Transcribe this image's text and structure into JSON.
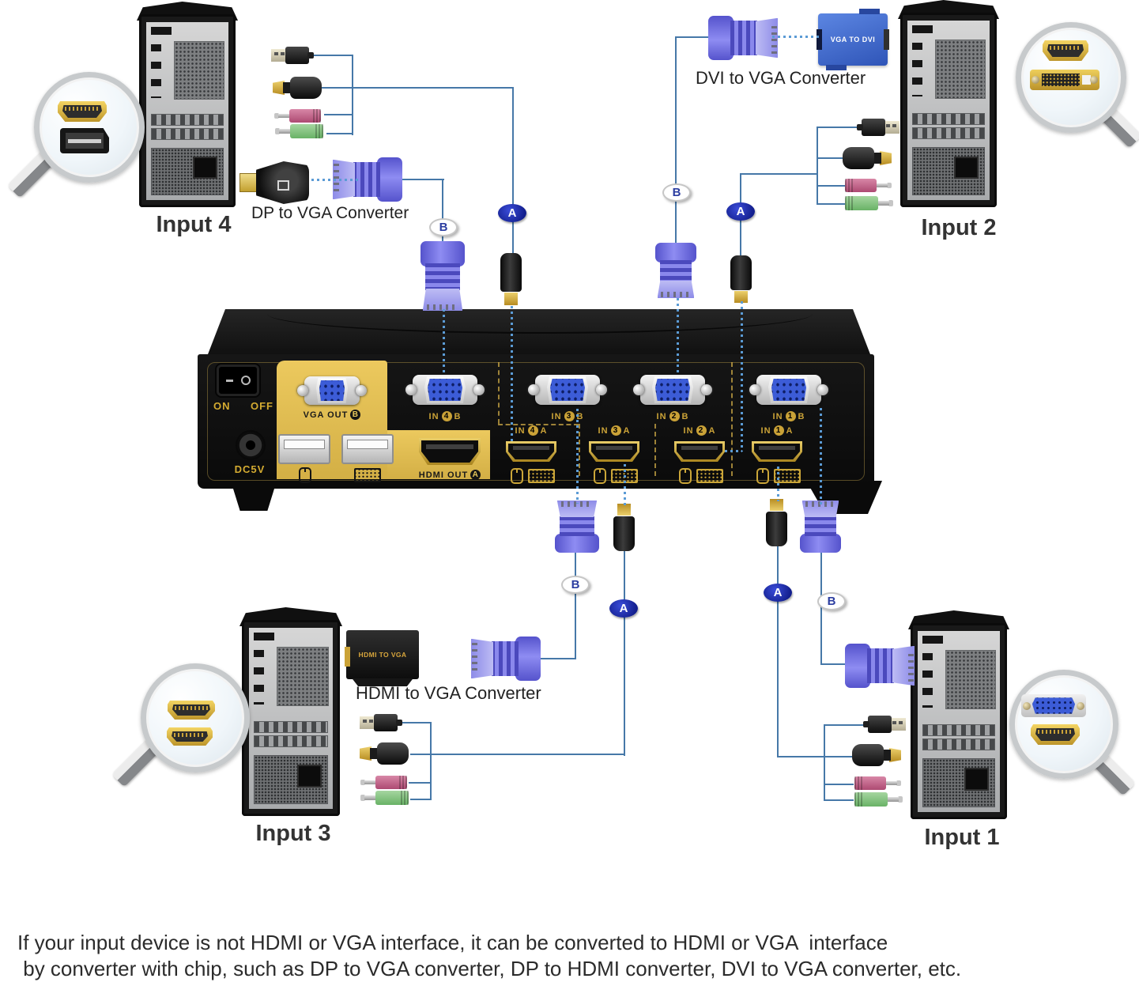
{
  "caption": {
    "line1": "If your input device is not HDMI or VGA interface, it can be converted to HDMI or VGA  interface",
    "line2": " by converter with chip, such as DP to VGA converter, DP to HDMI converter, DVI to VGA converter, etc."
  },
  "inputs": {
    "input1": "Input 1",
    "input2": "Input 2",
    "input3": "Input 3",
    "input4": "Input 4"
  },
  "converters": {
    "dp_to_vga": {
      "label": "DP to VGA Converter"
    },
    "dvi_to_vga": {
      "label": "DVI to VGA Converter",
      "box_text": "VGA TO DVI"
    },
    "hdmi_to_vga": {
      "label": "HDMI to VGA Converter",
      "box_text": "HDMI TO VGA"
    }
  },
  "cable_badges": {
    "a": "A",
    "b": "B"
  },
  "kvm_switch": {
    "power_on": "ON",
    "power_off": "OFF",
    "dc_label": "DC5V",
    "vga_out": {
      "text": "VGA OUT",
      "badge": "B"
    },
    "hdmi_out": {
      "text": "HDMI OUT",
      "badge": "A"
    },
    "inputs_b": [
      {
        "pre": "IN",
        "num": "4",
        "suf": "B"
      },
      {
        "pre": "IN",
        "num": "3",
        "suf": "B"
      },
      {
        "pre": "IN",
        "num": "2",
        "suf": "B"
      },
      {
        "pre": "IN",
        "num": "1",
        "suf": "B"
      }
    ],
    "inputs_a": [
      {
        "pre": "IN",
        "num": "4",
        "suf": "A"
      },
      {
        "pre": "IN",
        "num": "3",
        "suf": "A"
      },
      {
        "pre": "IN",
        "num": "2",
        "suf": "A"
      },
      {
        "pre": "IN",
        "num": "1",
        "suf": "A"
      }
    ]
  },
  "icons": {
    "magnifier": "magnifier-icon",
    "hdmi_port": "hdmi-port-icon",
    "displayport_port": "displayport-icon",
    "dvi_port": "dvi-port-icon",
    "vga_port": "vga-port-icon",
    "mouse": "mouse-icon",
    "keyboard": "keyboard-icon"
  },
  "colors": {
    "line": "#4678a8",
    "dotted_line": "#5b9bd5",
    "badge_a_bg": "#131f8e",
    "badge_b_text": "#2b3da0",
    "gold_panel": "#e2bf52",
    "label_gold": "#caa237",
    "vga_blue": "#3c5cd7",
    "converter_box_blue": "#3f66c4"
  }
}
